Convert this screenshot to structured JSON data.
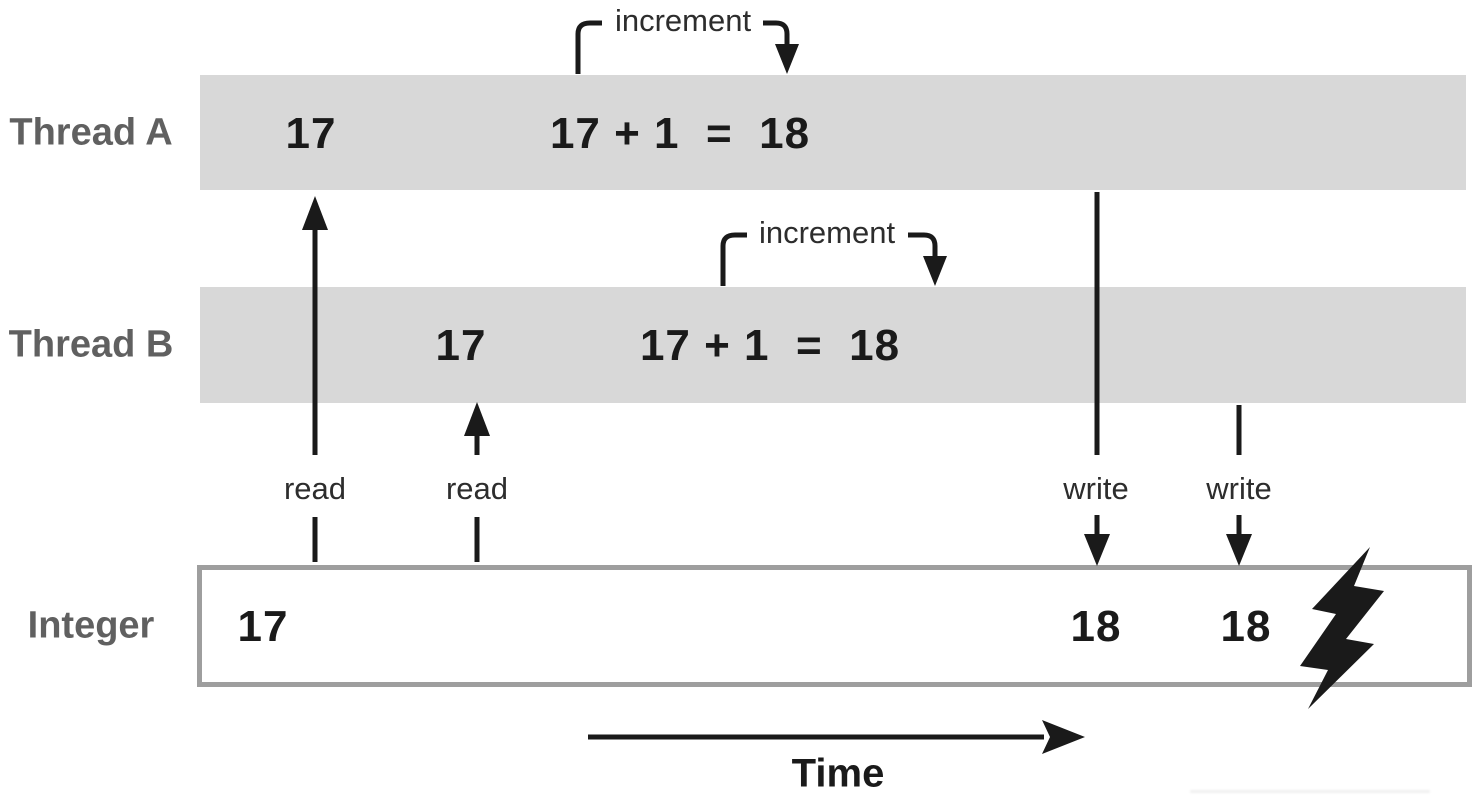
{
  "colors": {
    "background": "#ffffff",
    "bar": "#d8d8d8",
    "box_border": "#9e9e9e",
    "row_label": "#606060",
    "ink": "#1a1a1a",
    "annotation": "#2d2d2d"
  },
  "rows": {
    "thread_a": {
      "label": "Thread A",
      "value_read": "17",
      "equation": "17 + 1  =  18",
      "increment_label": "increment"
    },
    "thread_b": {
      "label": "Thread B",
      "value_read": "17",
      "equation": "17 + 1  =  18",
      "increment_label": "increment"
    },
    "integer": {
      "label": "Integer",
      "values": [
        "17",
        "18",
        "18"
      ]
    }
  },
  "arrows": {
    "read_a": "read",
    "read_b": "read",
    "write_a": "write",
    "write_b": "write"
  },
  "time_axis": {
    "label": "Time"
  },
  "icons": {
    "lightning_bolt": "⚡"
  }
}
